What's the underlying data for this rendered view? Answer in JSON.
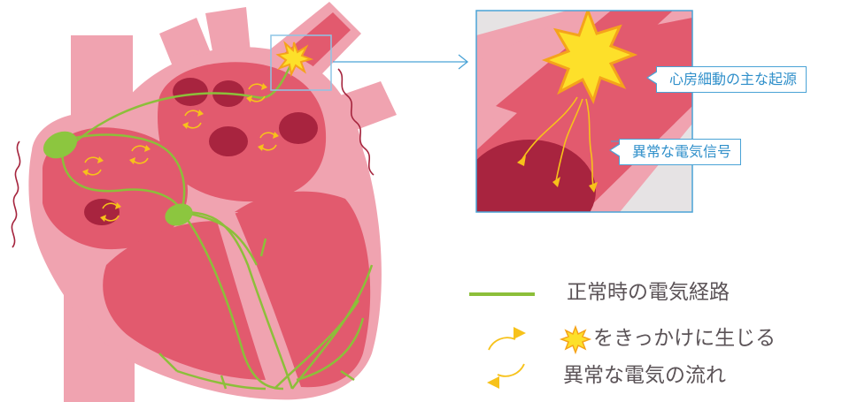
{
  "callouts": {
    "origin_label": "心房細動の主な起源",
    "signal_label": "異常な電気信号"
  },
  "legend": {
    "normal_path_label": "正常時の電気経路",
    "abnormal_flow_line1": "をきっかけに生じる",
    "abnormal_flow_line2": "異常な電気の流れ"
  },
  "icons": {
    "spark": "spark-icon",
    "circular_arrows": "circular-arrows-icon"
  },
  "colors": {
    "heart_outer": "#f0a3b0",
    "heart_muscle": "#e25a6e",
    "chamber_dark": "#a8243f",
    "pathway": "#8cbf3a",
    "node": "#8cc63f",
    "spark_fill": "#fde02a",
    "spark_edge": "#f5a31b",
    "arrow": "#f7c21a",
    "callout_line": "#4aa3d6",
    "tremor": "#a5243d",
    "legend_text": "#5b5357"
  }
}
